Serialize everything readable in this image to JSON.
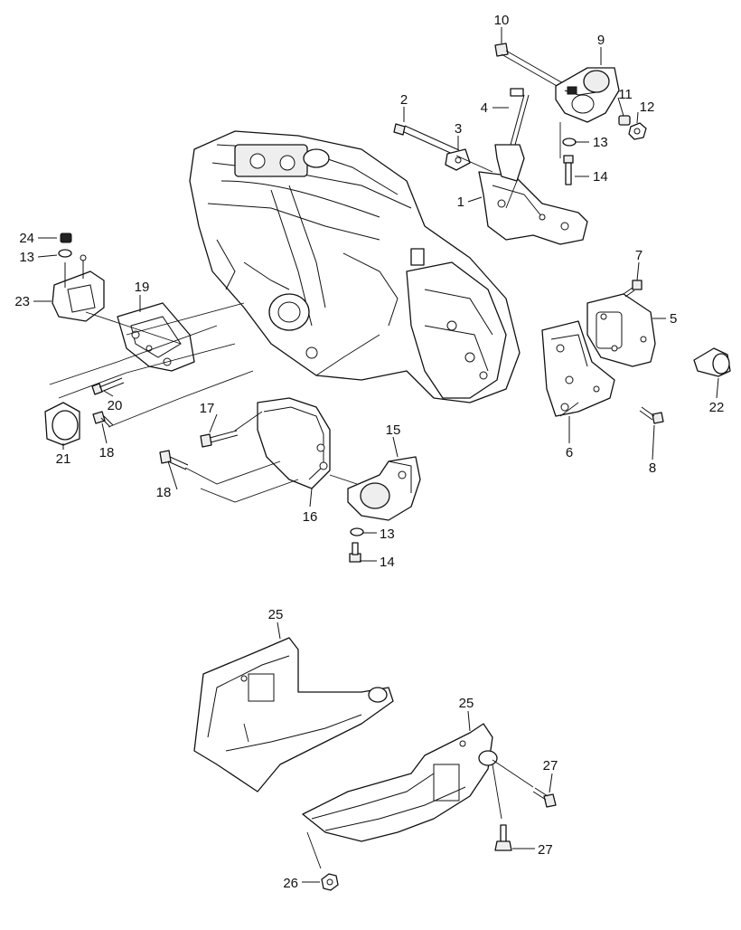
{
  "callouts": {
    "c1": "1",
    "c2": "2",
    "c3": "3",
    "c4": "4",
    "c5": "5",
    "c6": "6",
    "c7": "7",
    "c8": "8",
    "c9": "9",
    "c10": "10",
    "c11": "11",
    "c12": "12",
    "c13a": "13",
    "c14a": "14",
    "c13b": "13",
    "c24": "24",
    "c23": "23",
    "c19": "19",
    "c20": "20",
    "c21": "21",
    "c18a": "18",
    "c22": "22",
    "c17": "17",
    "c15": "15",
    "c18b": "18",
    "c16": "16",
    "c13c": "13",
    "c14b": "14",
    "c25a": "25",
    "c25b": "25",
    "c27a": "27",
    "c27b": "27",
    "c26": "26"
  }
}
